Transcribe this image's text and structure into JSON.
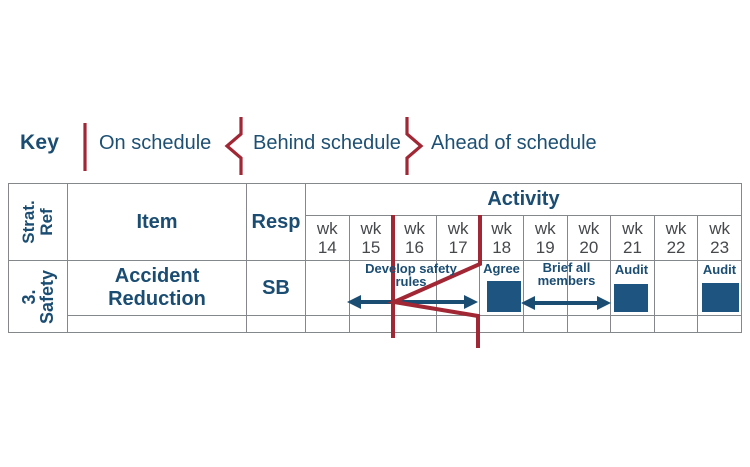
{
  "colors": {
    "navy_text": "#1b4d73",
    "status_red": "#a12735",
    "bar_blue": "#1d5480",
    "grid_gray": "#85888a",
    "week_text_gray": "#46494c",
    "background": "#ffffff"
  },
  "key": {
    "title": "Key",
    "items": [
      {
        "symbol": "on-schedule-line-icon",
        "label": "On schedule"
      },
      {
        "symbol": "behind-schedule-chevron-icon",
        "label": "Behind schedule"
      },
      {
        "symbol": "ahead-of-schedule-chevron-icon",
        "label": "Ahead of schedule"
      }
    ]
  },
  "table": {
    "headers": {
      "strat_ref": "Strat. Ref",
      "item": "Item",
      "resp": "Resp",
      "activity": "Activity"
    },
    "week_prefix": "wk",
    "week_numbers": [
      "14",
      "15",
      "16",
      "17",
      "18",
      "19",
      "20",
      "21",
      "22",
      "23"
    ],
    "row": {
      "strat_ref": "3. Safety",
      "item": "Accident Reduction",
      "resp": "SB"
    }
  },
  "schedule": {
    "activities": [
      {
        "label": "Develop safety rules",
        "type": "double-arrow-range",
        "weeks": "15-17"
      },
      {
        "label": "Agree",
        "type": "milestone-block",
        "weeks": "18"
      },
      {
        "label": "Brief all members",
        "type": "double-arrow-range",
        "weeks": "19-20"
      },
      {
        "label": "Audit",
        "type": "milestone-block",
        "weeks": "21"
      },
      {
        "label": "Audit",
        "type": "milestone-block",
        "weeks": "23"
      }
    ],
    "status_markers": [
      {
        "type": "on-schedule",
        "position": "boundary of wk 15 / wk 16"
      },
      {
        "type": "behind-schedule",
        "position": "boundary of wk 17 / wk 18, pointing back to wk 16"
      }
    ]
  }
}
